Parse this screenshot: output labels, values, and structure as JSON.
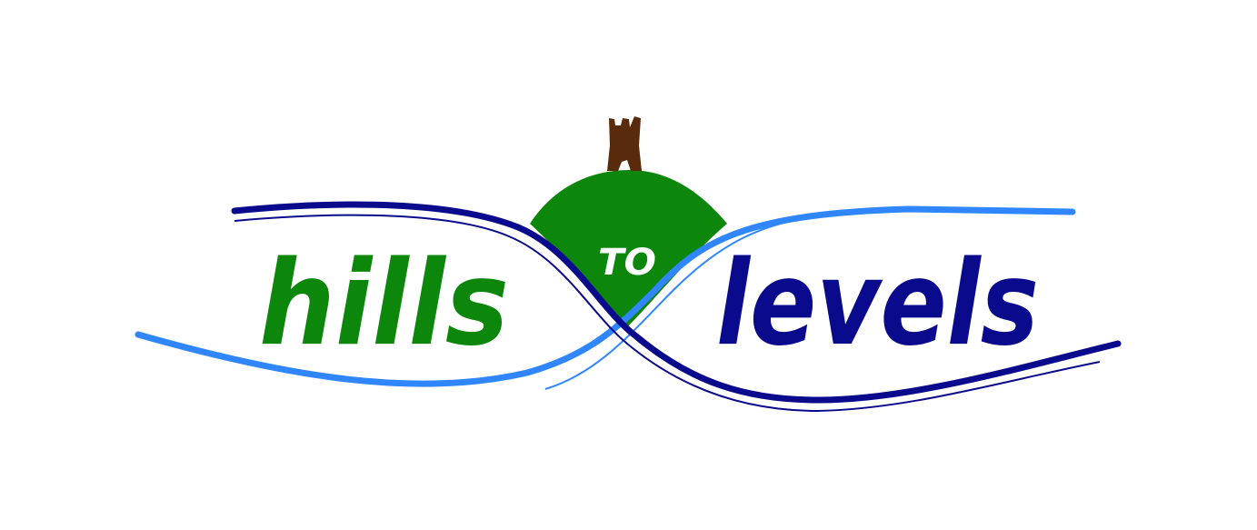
{
  "logo": {
    "word_left": "hills",
    "word_middle": "TO",
    "word_right": "levels"
  },
  "colors": {
    "green": "#0c870c",
    "dark_blue": "#0a0a8c",
    "light_blue": "#2f86ff",
    "brown": "#5a2a0c",
    "background": "#ffffff"
  }
}
